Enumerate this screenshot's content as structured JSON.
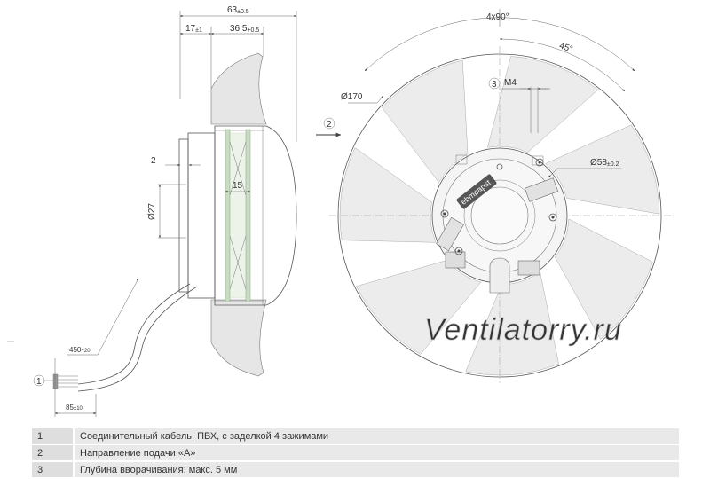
{
  "drawing": {
    "side_view": {
      "dim_overall": "63",
      "dim_overall_tol": "±0.5",
      "dim_a": "17",
      "dim_a_tol": "±1",
      "dim_b": "36.5",
      "dim_b_tol": "+0.5",
      "dim_flange": "2",
      "dim_core": "15",
      "dim_dia27": "Ø27",
      "cable_len": "450",
      "cable_len_tol": "+20",
      "strip_len": "85",
      "strip_len_tol": "±10",
      "callout_1": "1"
    },
    "front_view": {
      "angle_pattern": "4x90°",
      "angle_45": "45°",
      "dia_outer": "Ø170",
      "dia_hub": "Ø58",
      "dia_hub_tol": "±0.2",
      "thread": "M4",
      "callout_2": "2",
      "callout_3": "3",
      "brand": "ebmpapst"
    },
    "watermark": "Ventilatorry.ru"
  },
  "legend": [
    {
      "num": "1",
      "text": "Соединительный кабель, ПВХ, с заделкой 4 зажимами"
    },
    {
      "num": "2",
      "text": "Направление подачи «A»"
    },
    {
      "num": "3",
      "text": "Глубина вворачивания: макс. 5 мм"
    }
  ]
}
